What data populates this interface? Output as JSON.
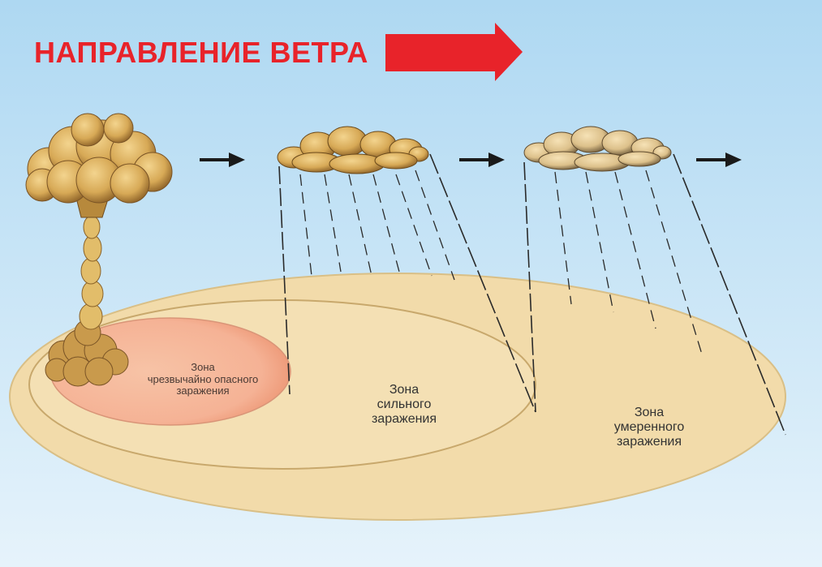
{
  "header": {
    "title": "НАПРАВЛЕНИЕ ВЕТРА",
    "title_color": "#e8232a",
    "arrow_color": "#e8232a"
  },
  "zones": {
    "extreme": {
      "line1": "Зона",
      "line2": "чрезвычайно опасного",
      "line3": "заражения",
      "color": "#f5b49a"
    },
    "strong": {
      "line1": "Зона",
      "line2": "сильного",
      "line3": "заражения",
      "color": "#f3dfb0"
    },
    "moderate": {
      "line1": "Зона",
      "line2": "умеренного",
      "line3": "заражения",
      "color": "#f0d9a4"
    }
  },
  "colors": {
    "sky_top": "#aed8f2",
    "sky_bottom": "#e4f2fb",
    "cloud": "#d9b46a",
    "cloud_dark": "#6b4a1c"
  },
  "icons": [
    "mushroom-cloud-icon",
    "radioactive-cloud-icon",
    "wind-arrow-icon"
  ]
}
